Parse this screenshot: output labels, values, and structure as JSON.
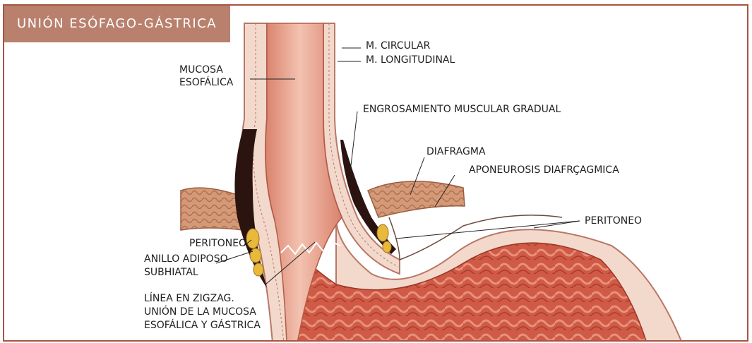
{
  "title": "UNIÓN ESÓFAGO-GÁSTRICA",
  "labels": {
    "m_circular": "M. CIRCULAR",
    "m_longitudinal": "M. LONGITUDINAL",
    "mucosa_1": "MUCOSA",
    "mucosa_2": "ESOFÁLICA",
    "engrosamiento": "ENGROSAMIENTO MUSCULAR GRADUAL",
    "diafragma": "DIAFRAGMA",
    "aponeurosis": "APONEUROSIS DIAFRÇAGMICA",
    "peritoneo_right": "PERITONEO",
    "peritoneo_left": "PERITONEO",
    "anillo_1": "ANILLO ADIPOSO",
    "anillo_2": "SUBHIATAL",
    "linea_1": "LÍNEA EN ZIGZAG.",
    "linea_2": "UNIÓN DE LA MUCOSA",
    "linea_3": "ESOFÁLICA Y GÁSTRICA"
  },
  "colors": {
    "frame": "#a8553f",
    "title_bg": "#b9806d",
    "mucosa": "#e39a86",
    "stomach": "#cf5a45",
    "muscle_wall": "#f2d9cc",
    "fat": "#e8b93a",
    "diaphragm": "#c98a66"
  }
}
